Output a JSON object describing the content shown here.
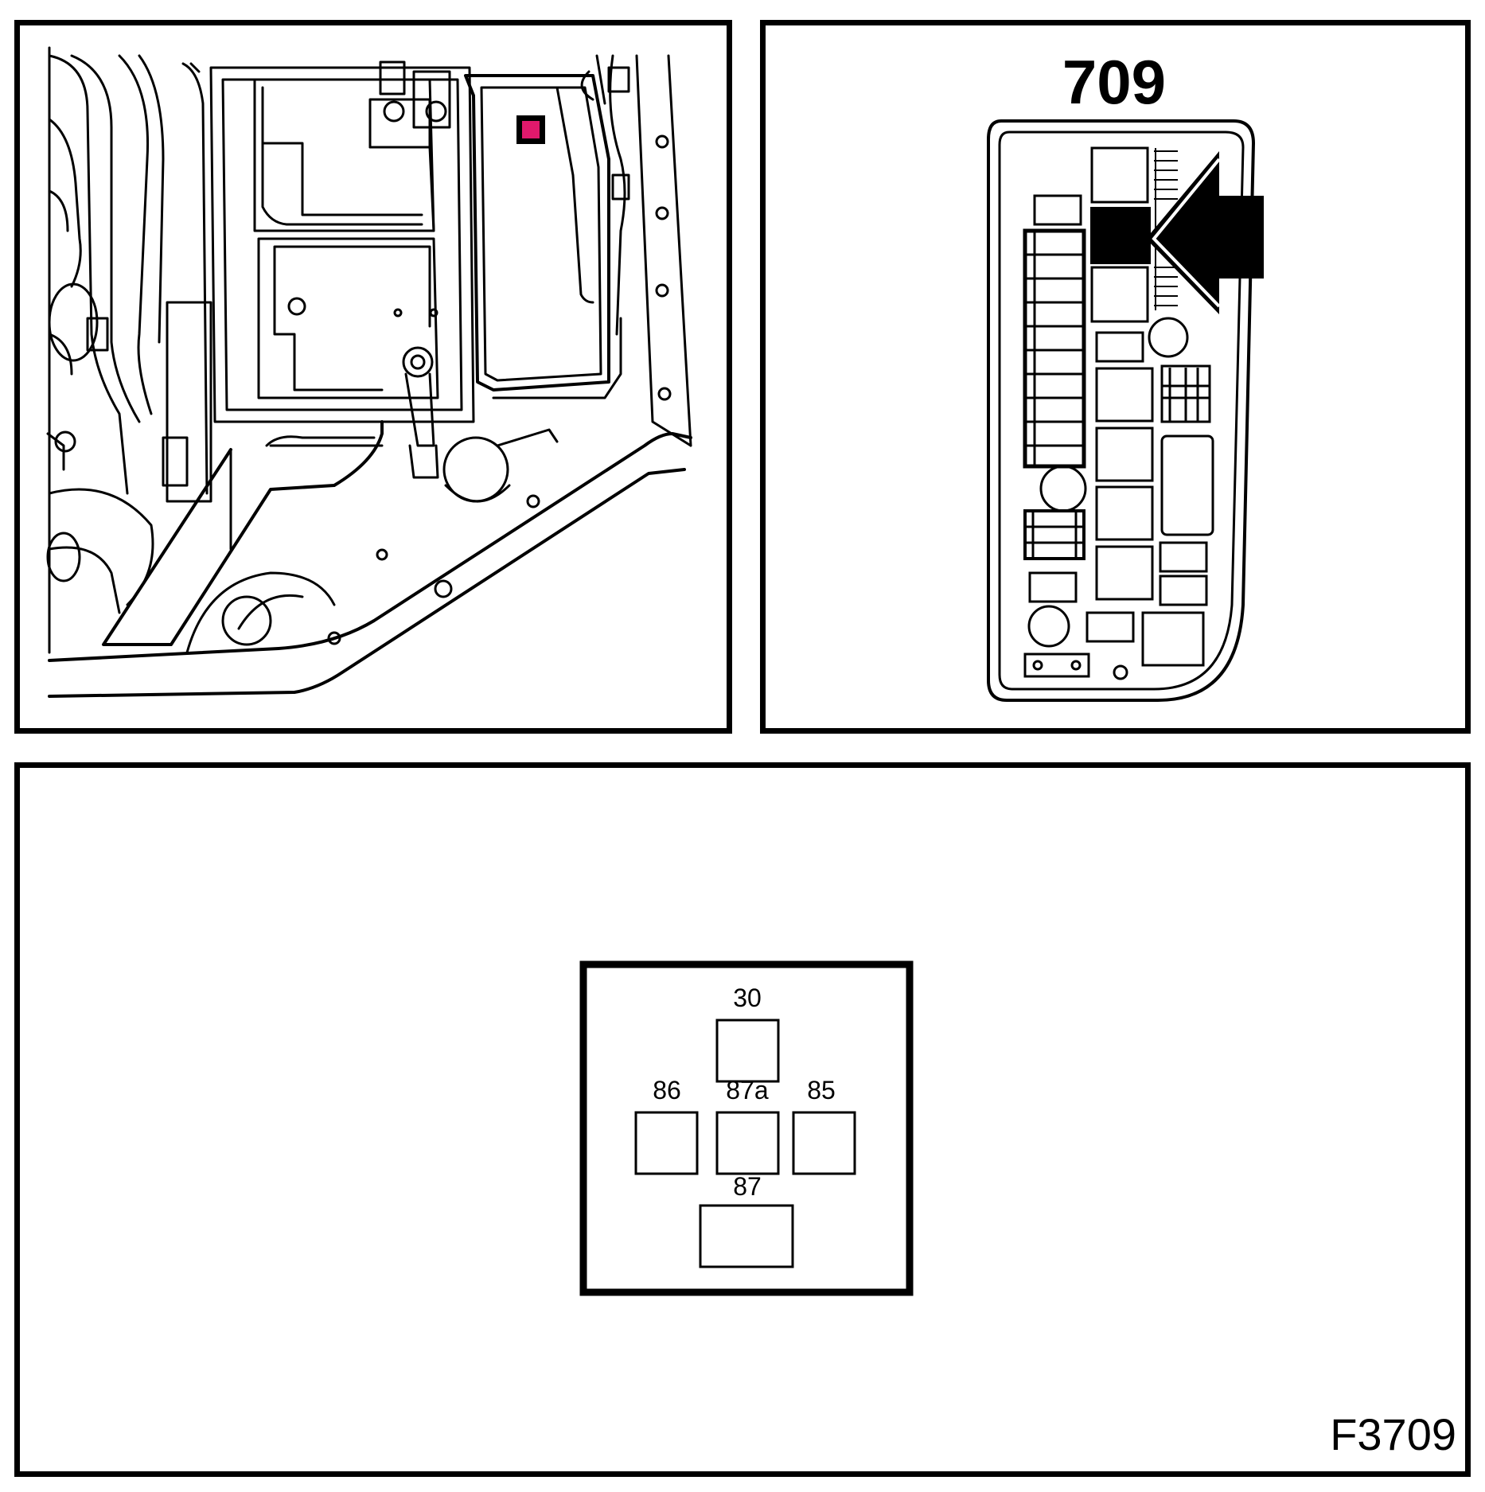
{
  "fusebox": {
    "number": "709"
  },
  "relay": {
    "pins": {
      "p30": "30",
      "p86": "86",
      "p87a": "87a",
      "p85": "85",
      "p87": "87"
    }
  },
  "figure": {
    "id": "F3709"
  },
  "colors": {
    "line": "#000000",
    "background": "#ffffff",
    "highlight": "#e0196c"
  }
}
